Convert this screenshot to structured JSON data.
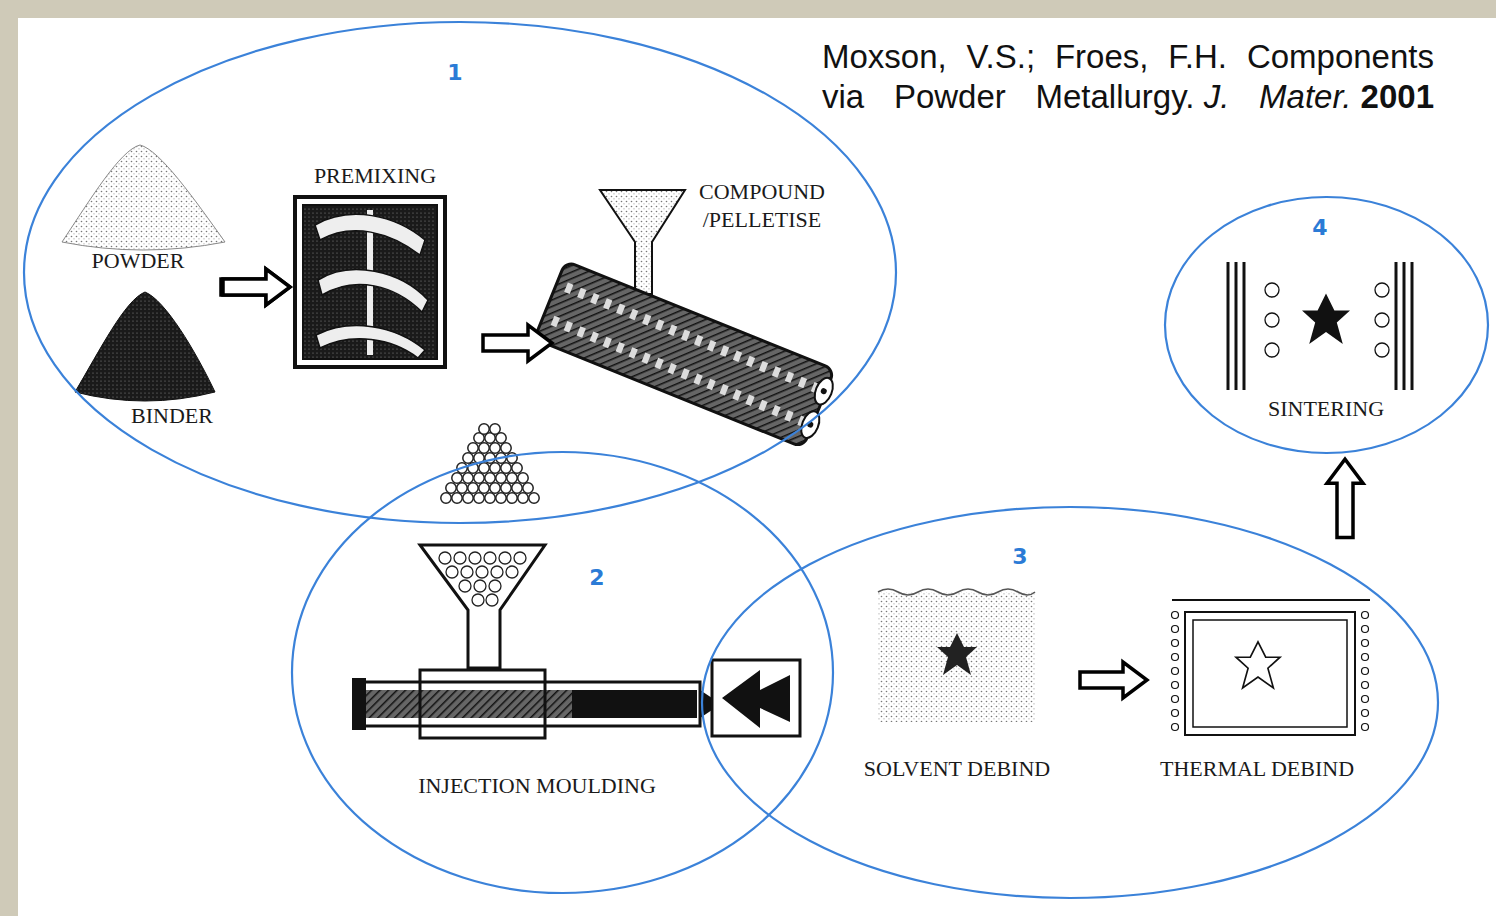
{
  "diagram": {
    "nodes": [
      {
        "text": [
          "1"
        ]
      },
      {
        "text": [
          "POWDER"
        ],
        "in": 0
      },
      {
        "text": [
          "BINDER"
        ],
        "in": 0
      },
      {
        "text": [
          "PREMIXING"
        ],
        "in": 0
      },
      {
        "text": [
          "COMPOUND /PELLETISE"
        ],
        "in": 0
      },
      {
        "text": [
          "2"
        ]
      },
      {
        "text": [
          "INJECTION MOULDING"
        ],
        "in": 5
      },
      {
        "text": [
          "3"
        ]
      },
      {
        "text": [
          "SOLVENT DEBIND"
        ],
        "in": 7
      },
      {
        "text": [
          "THERMAL DEBIND"
        ],
        "in": 7
      },
      {
        "text": [
          "4"
        ]
      },
      {
        "text": [
          "SINTERING"
        ],
        "in": 10
      }
    ],
    "edges": [
      {
        "from": 1,
        "to": 3,
        "arrow": "to"
      },
      {
        "from": 2,
        "to": 3,
        "arrow": "to"
      },
      {
        "from": 3,
        "to": 4,
        "arrow": "to"
      },
      {
        "from": 8,
        "to": 9,
        "arrow": "to"
      },
      {
        "from": 7,
        "to": 10,
        "arrow": "to"
      }
    ],
    "labels": [
      "Moxson, V.S.; Froes, F.H. Components via Powder Metallurgy.",
      "J. Mater.",
      "2001"
    ]
  }
}
